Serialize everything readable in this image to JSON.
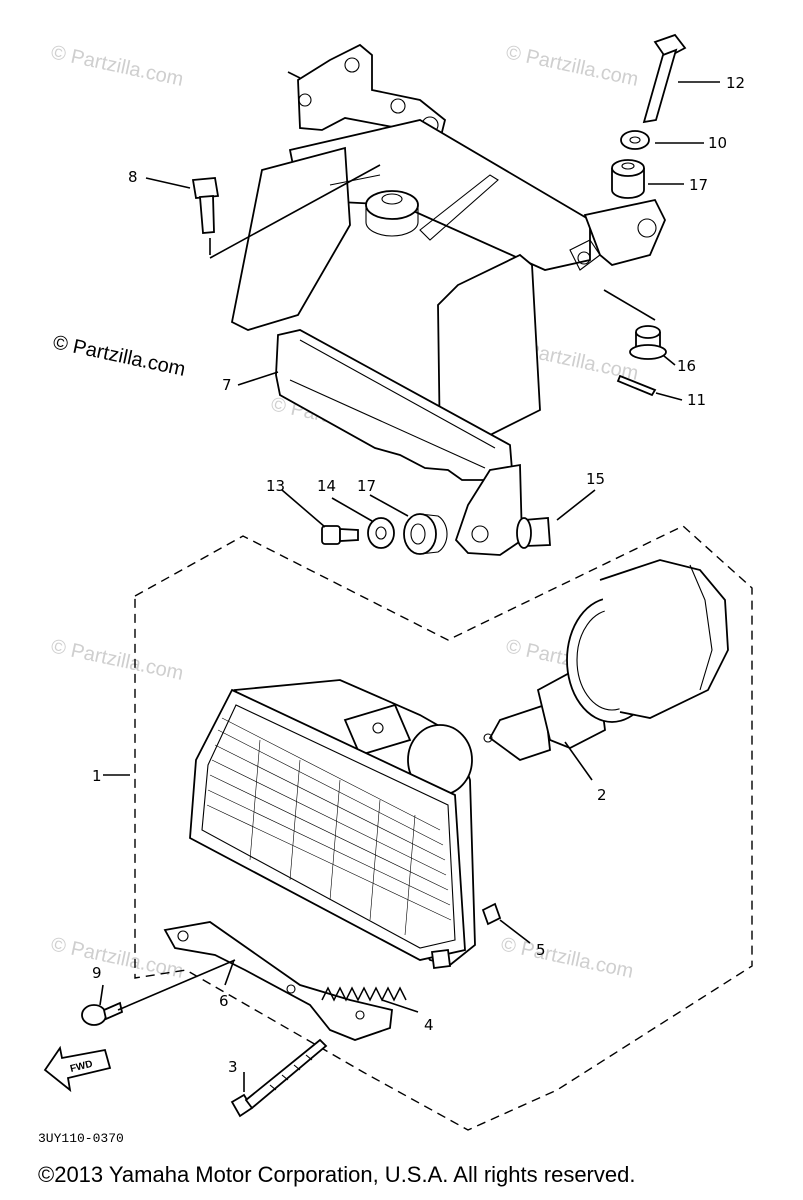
{
  "watermarks": [
    "© Partzilla.com",
    "© Partzilla.com",
    "© Partzilla.com",
    "© Partzilla.com",
    "© Partzilla.com",
    "© Partzilla.com",
    "© Partzilla.com",
    "© Partzilla.com"
  ],
  "watermark_main": "© Partzilla.com",
  "callouts": {
    "p1": "1",
    "p2": "2",
    "p3": "3",
    "p4": "4",
    "p5": "5",
    "p6": "6",
    "p7": "7",
    "p8": "8",
    "p9": "9",
    "p10": "10",
    "p11": "11",
    "p12": "12",
    "p13": "13",
    "p14": "14",
    "p15": "15",
    "p16": "16",
    "p17a": "17",
    "p17b": "17"
  },
  "fwd_label": "FWD",
  "diagram_code": "3UY110-0370",
  "copyright": "©2013 Yamaha Motor Corporation, U.S.A. All rights reserved."
}
